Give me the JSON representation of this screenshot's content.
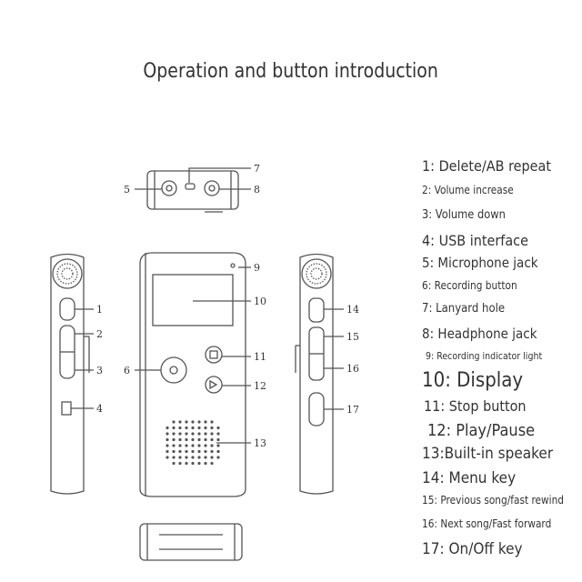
{
  "title": "Operation and button introduction",
  "diagram_labels": [
    "1",
    "2",
    "3",
    "4",
    "5",
    "6",
    "7",
    "8",
    "9",
    "10",
    "11",
    "12",
    "13",
    "14",
    "15",
    "16",
    "17"
  ],
  "legend": [
    "1: Delete/AB repeat",
    "2: Volume increase",
    "3: Volume down",
    "4: USB interface",
    "5: Microphone jack",
    "6: Recording button",
    "7: Lanyard hole",
    "8: Headphone jack",
    "9: Recording indicator light",
    "10: Display",
    "11: Stop button",
    "12: Play/Pause",
    "13:Built-in speaker",
    "14: Menu key",
    "15: Previous song/fast rewind",
    "16: Next song/Fast forward",
    "17: On/Off key"
  ],
  "colors": {
    "line": "#555555",
    "text": "#333333"
  }
}
